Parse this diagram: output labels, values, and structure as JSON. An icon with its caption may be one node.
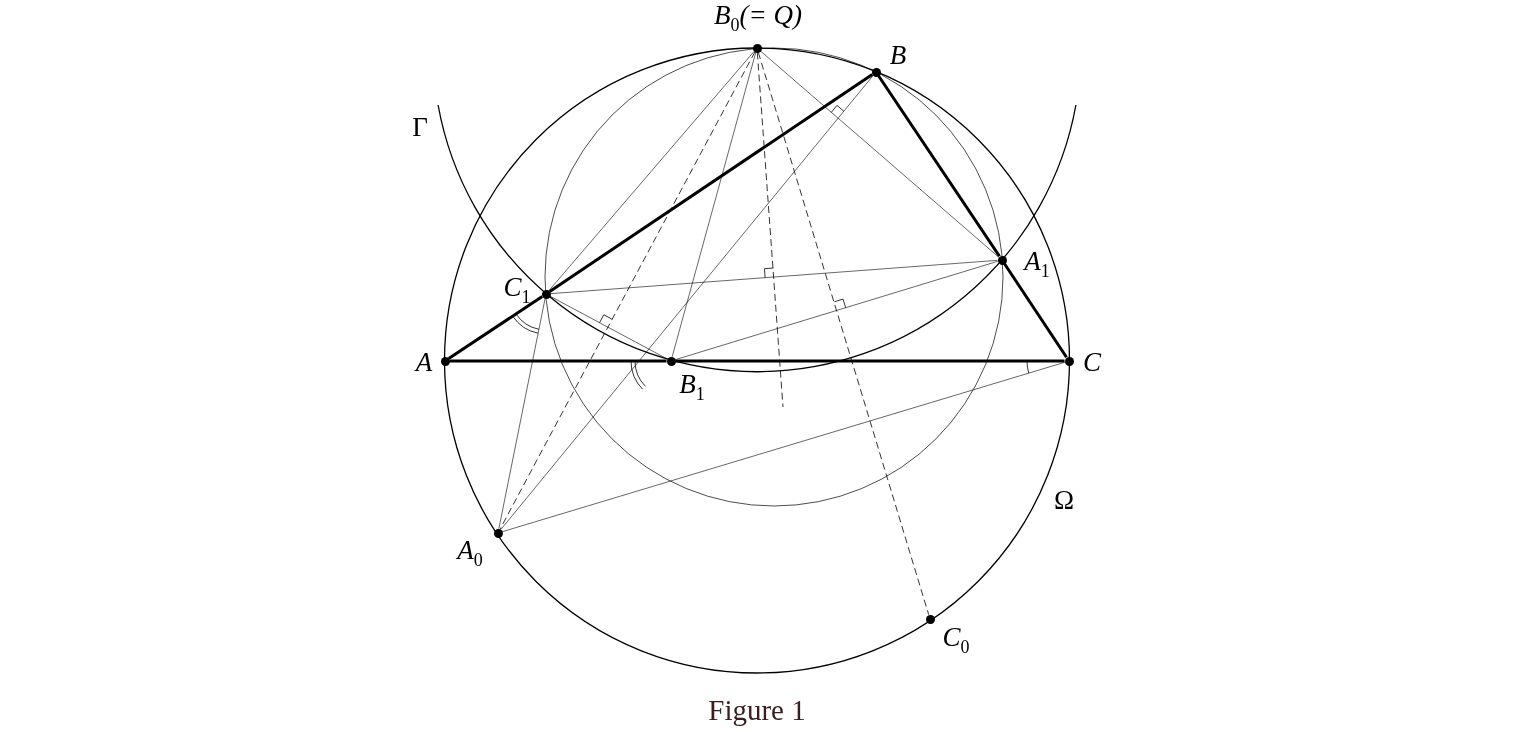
{
  "diagram": {
    "caption": "Figure 1",
    "nodes": [
      {
        "text": [],
        "shape": "circle",
        "beside": [
          "B$_{0}$(= Q)"
        ]
      },
      {
        "text": [],
        "shape": "circle",
        "beside": [
          "B"
        ]
      },
      {
        "text": [],
        "shape": "circle",
        "beside": [
          "A$_{1}$"
        ]
      },
      {
        "text": [],
        "shape": "circle",
        "beside": [
          "C$_{1}$"
        ]
      },
      {
        "text": [],
        "shape": "circle",
        "beside": [
          "A"
        ]
      },
      {
        "text": [],
        "shape": "circle",
        "beside": [
          "B$_{1}$"
        ]
      },
      {
        "text": [],
        "shape": "circle",
        "beside": [
          "C"
        ]
      },
      {
        "text": [],
        "shape": "circle",
        "beside": [
          "A$_{0}$"
        ]
      },
      {
        "text": [],
        "shape": "circle",
        "beside": [
          "C$_{0}$"
        ]
      }
    ],
    "edges": [
      {
        "from": 4,
        "to": 3,
        "arrow": "none",
        "style": "thick"
      },
      {
        "from": 3,
        "to": 1,
        "arrow": "none",
        "style": "thick"
      },
      {
        "from": 1,
        "to": 2,
        "arrow": "none",
        "style": "thick"
      },
      {
        "from": 2,
        "to": 6,
        "arrow": "none",
        "style": "thick"
      },
      {
        "from": 4,
        "to": 5,
        "arrow": "none",
        "style": "thick"
      },
      {
        "from": 5,
        "to": 6,
        "arrow": "none",
        "style": "thick"
      },
      {
        "from": 0,
        "to": 3,
        "arrow": "none"
      },
      {
        "from": 0,
        "to": 5,
        "arrow": "none"
      },
      {
        "from": 0,
        "to": 2,
        "arrow": "none"
      },
      {
        "from": 0,
        "to": 7,
        "arrow": "none",
        "style": "dashed"
      },
      {
        "from": 0,
        "to": 8,
        "arrow": "none",
        "style": "dashed"
      },
      {
        "from": 0,
        "to": null,
        "arrow": "none",
        "style": "dashed"
      },
      {
        "from": 1,
        "to": 7,
        "arrow": "none"
      },
      {
        "from": 3,
        "to": 2,
        "arrow": "none"
      },
      {
        "from": 3,
        "to": 5,
        "arrow": "none"
      },
      {
        "from": 5,
        "to": 2,
        "arrow": "none"
      },
      {
        "from": 3,
        "to": 7,
        "arrow": "none"
      },
      {
        "from": 7,
        "to": 6,
        "arrow": "none"
      }
    ],
    "labels": [
      "Γ",
      "Ω"
    ]
  }
}
